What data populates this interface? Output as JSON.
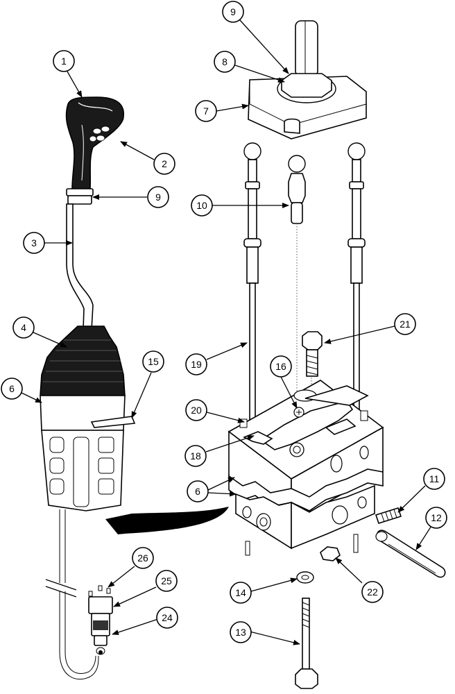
{
  "callouts": [
    "1",
    "2",
    "3",
    "4",
    "6",
    "9",
    "15",
    "7",
    "8",
    "9",
    "10",
    "21",
    "19",
    "16",
    "20",
    "18",
    "6",
    "11",
    "12",
    "22",
    "14",
    "13",
    "26",
    "25",
    "24"
  ]
}
